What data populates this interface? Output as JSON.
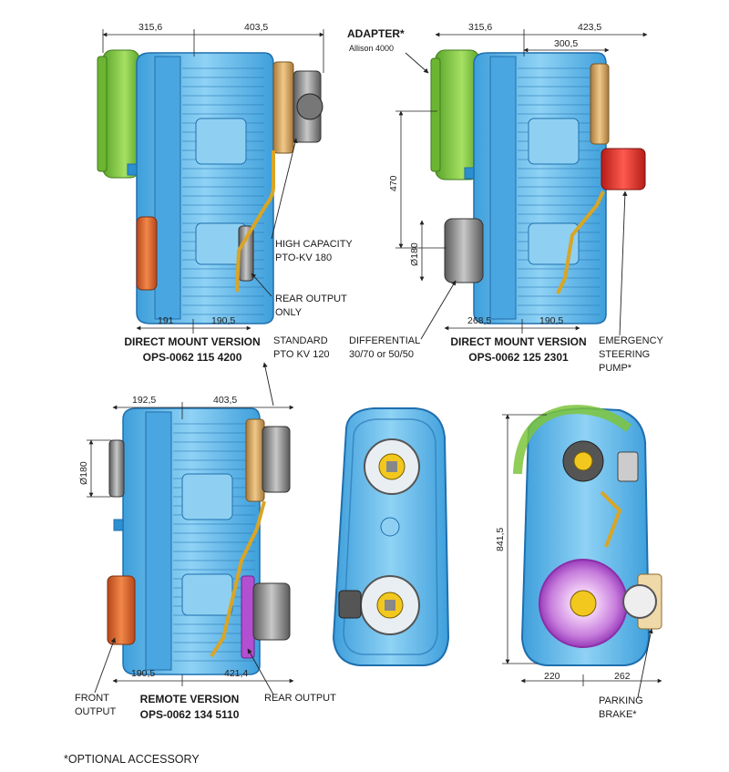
{
  "labels": {
    "adapter": "ADAPTER*",
    "adapter_sub": "Allison 4000",
    "high_capacity_1": "HIGH CAPACITY",
    "high_capacity_2": "PTO-KV 180",
    "rear_output_only_1": "REAR OUTPUT",
    "rear_output_only_2": "ONLY",
    "direct_mount_1_title": "DIRECT MOUNT VERSION",
    "direct_mount_1_code": "OPS-0062 115 4200",
    "standard_pto_1": "STANDARD",
    "standard_pto_2": "PTO KV 120",
    "differential_1": "DIFFERENTIAL",
    "differential_2": "30/70 or 50/50",
    "direct_mount_2_title": "DIRECT MOUNT VERSION",
    "direct_mount_2_code": "OPS-0062 125 2301",
    "emergency_1": "EMERGENCY",
    "emergency_2": "STEERING",
    "emergency_3": "PUMP*",
    "front_output_1": "FRONT",
    "front_output_2": "OUTPUT",
    "remote_title": "REMOTE VERSION",
    "remote_code": "OPS-0062 134 5110",
    "rear_output": "REAR OUTPUT",
    "parking_1": "PARKING",
    "parking_2": "BRAKE*",
    "footnote": "*OPTIONAL ACCESSORY"
  },
  "dimensions": {
    "v1_top_left": "315,6",
    "v1_top_right": "403,5",
    "v1_bottom_left": "191",
    "v1_bottom_right": "190,5",
    "v2_top_left": "315,6",
    "v2_top_right": "423,5",
    "v2_top_inner": "300,5",
    "v2_height": "470",
    "v2_diameter": "Ø180",
    "v2_bottom_left": "268,5",
    "v2_bottom_right": "190,5",
    "v3_top_left": "192,5",
    "v3_top_right": "403,5",
    "v3_diameter": "Ø180",
    "v3_bottom_left": "190,5",
    "v3_bottom_right": "421,4",
    "v4_height": "841,5",
    "v4_bottom_left": "220",
    "v4_bottom_right": "262"
  },
  "colors": {
    "housing_blue": "#5bb8ea",
    "housing_dark": "#1f6fae",
    "adapter_green": "#7cc43c",
    "pto_bronze": "#c99a52",
    "pump_red": "#e3332c",
    "output_orange": "#e0662a",
    "brake_purple": "#b34fd1",
    "pipe_gold": "#d9a526",
    "bolt_yellow": "#f2c81f"
  }
}
